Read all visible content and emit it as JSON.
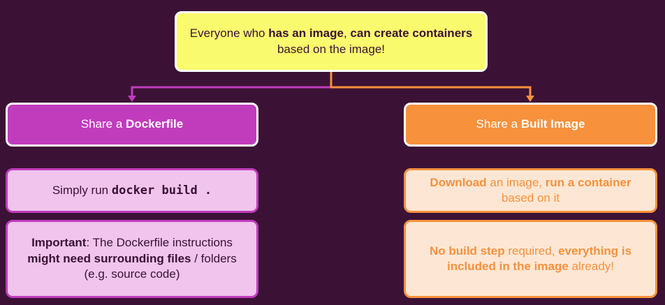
{
  "top": {
    "t1": "Everyone who ",
    "b1": "has an image",
    "t2": ", ",
    "b2": "can create containers",
    "t3": " based on the image!"
  },
  "left_branch": {
    "head_text": "Share a ",
    "head_bold": "Dockerfile",
    "sub1_text": "Simply run ",
    "sub1_code": "docker build .",
    "sub2_b1": "Important",
    "sub2_t1": ": The Dockerfile instructions ",
    "sub2_b2": "might need surrounding files",
    "sub2_t2": " / folders (e.g. source code)"
  },
  "right_branch": {
    "head_text": "Share a ",
    "head_bold": "Built Image",
    "sub1_b1": "Download",
    "sub1_t1": " an image, ",
    "sub1_b2": "run a container",
    "sub1_t2": " based on it",
    "sub2_b1": "No build step",
    "sub2_t1": " required, ",
    "sub2_b2": "everything is included in the image",
    "sub2_t2": " already!"
  },
  "colors": {
    "background": "#3b1235",
    "yellow": "#fafa6e",
    "purple": "#c03cbd",
    "orange": "#f7913c",
    "light_purple": "#f0c4ec",
    "light_orange": "#fde7d4"
  }
}
